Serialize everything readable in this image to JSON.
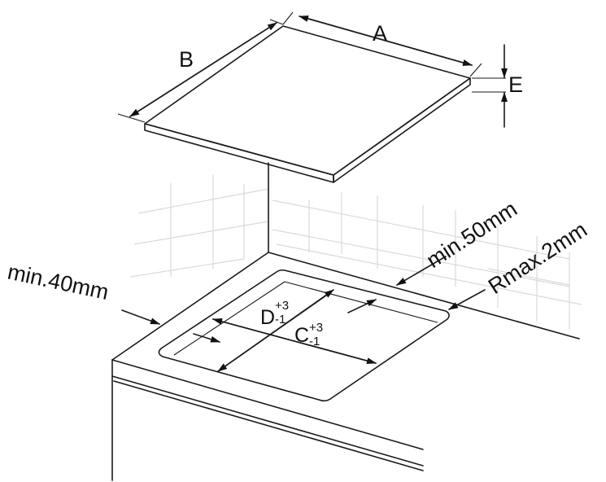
{
  "labels": {
    "a": "A",
    "b": "B",
    "e": "E",
    "min50": "min.50mm",
    "rmax": "Rmax.2mm",
    "min40": "min.40mm",
    "c": "C",
    "c_tol_plus": "+3",
    "c_tol_minus": "-1",
    "d": "D",
    "d_tol_plus": "+3",
    "d_tol_minus": "-1"
  },
  "colors": {
    "hob_fill": "#d3d3d3",
    "line": "#1a1a1a",
    "tile": "#d9d9d9"
  }
}
